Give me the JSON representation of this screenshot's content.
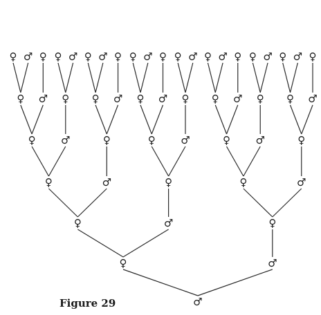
{
  "caption": "Figure 29",
  "symbols": {
    "female": "♀",
    "male": "♂"
  },
  "pedigree": {
    "sex": "male",
    "children": [
      {
        "sex": "female",
        "children": [
          {
            "sex": "female",
            "children": [
              {
                "sex": "female",
                "children": [
                  {
                    "sex": "female",
                    "children": [
                      {
                        "sex": "female",
                        "children": [
                          {
                            "sex": "female"
                          },
                          {
                            "sex": "male"
                          }
                        ]
                      },
                      {
                        "sex": "male",
                        "children": [
                          {
                            "sex": "female"
                          }
                        ]
                      }
                    ]
                  },
                  {
                    "sex": "male",
                    "children": [
                      {
                        "sex": "female",
                        "children": [
                          {
                            "sex": "female"
                          },
                          {
                            "sex": "male"
                          }
                        ]
                      }
                    ]
                  }
                ]
              },
              {
                "sex": "male",
                "children": [
                  {
                    "sex": "female",
                    "children": [
                      {
                        "sex": "female",
                        "children": [
                          {
                            "sex": "female"
                          },
                          {
                            "sex": "male"
                          }
                        ]
                      },
                      {
                        "sex": "male",
                        "children": [
                          {
                            "sex": "female"
                          }
                        ]
                      }
                    ]
                  }
                ]
              }
            ]
          },
          {
            "sex": "male",
            "children": [
              {
                "sex": "female",
                "children": [
                  {
                    "sex": "female",
                    "children": [
                      {
                        "sex": "female",
                        "children": [
                          {
                            "sex": "female"
                          },
                          {
                            "sex": "male"
                          }
                        ]
                      },
                      {
                        "sex": "male",
                        "children": [
                          {
                            "sex": "female"
                          }
                        ]
                      }
                    ]
                  },
                  {
                    "sex": "male",
                    "children": [
                      {
                        "sex": "female",
                        "children": [
                          {
                            "sex": "female"
                          },
                          {
                            "sex": "male"
                          }
                        ]
                      }
                    ]
                  }
                ]
              }
            ]
          }
        ]
      },
      {
        "sex": "male",
        "children": [
          {
            "sex": "female",
            "children": [
              {
                "sex": "female",
                "children": [
                  {
                    "sex": "female",
                    "children": [
                      {
                        "sex": "female",
                        "children": [
                          {
                            "sex": "female"
                          },
                          {
                            "sex": "male"
                          }
                        ]
                      },
                      {
                        "sex": "male",
                        "children": [
                          {
                            "sex": "female"
                          }
                        ]
                      }
                    ]
                  },
                  {
                    "sex": "male",
                    "children": [
                      {
                        "sex": "female",
                        "children": [
                          {
                            "sex": "female"
                          },
                          {
                            "sex": "male"
                          }
                        ]
                      }
                    ]
                  }
                ]
              },
              {
                "sex": "male",
                "children": [
                  {
                    "sex": "female",
                    "children": [
                      {
                        "sex": "female",
                        "children": [
                          {
                            "sex": "female"
                          },
                          {
                            "sex": "male"
                          }
                        ]
                      },
                      {
                        "sex": "male",
                        "children": [
                          {
                            "sex": "female"
                          }
                        ]
                      }
                    ]
                  }
                ]
              }
            ]
          }
        ]
      }
    ]
  }
}
